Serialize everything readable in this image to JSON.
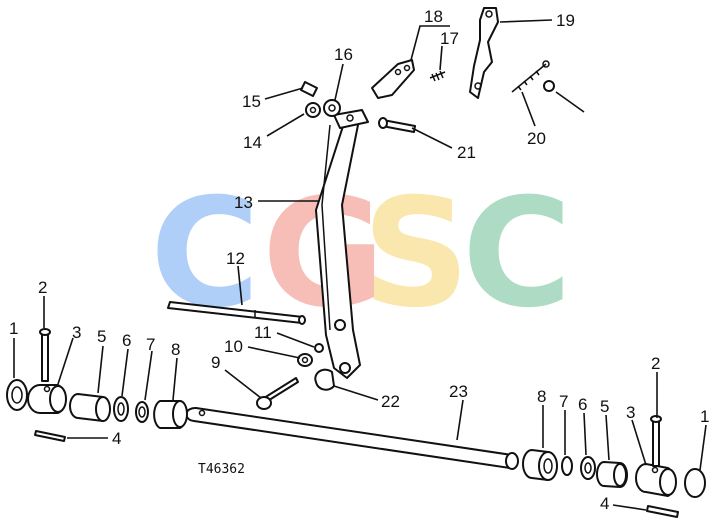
{
  "watermark": {
    "letters": [
      {
        "char": "C",
        "color": "#6fa8f5"
      },
      {
        "char": "G",
        "color": "#f08a7e"
      },
      {
        "char": "S",
        "color": "#f7d56b"
      },
      {
        "char": "C",
        "color": "#6cbf95"
      }
    ]
  },
  "figure_code": "T46362",
  "callouts": [
    "1",
    "2",
    "3",
    "4",
    "5",
    "6",
    "7",
    "8",
    "9",
    "10",
    "11",
    "12",
    "13",
    "14",
    "15",
    "16",
    "17",
    "18",
    "19",
    "20",
    "21",
    "22",
    "23"
  ]
}
